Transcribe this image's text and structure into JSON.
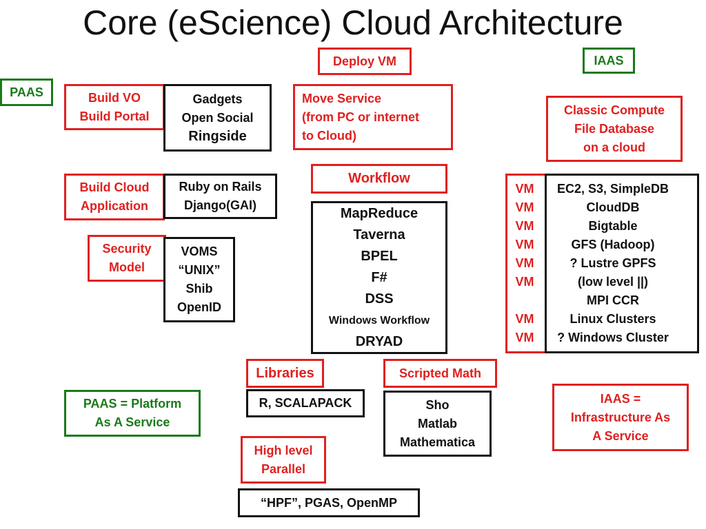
{
  "title": "Core (eScience) Cloud Architecture",
  "deploy_vm": "Deploy VM",
  "iaas_label": "IAAS",
  "paas_label": "PAAS",
  "build_vo": [
    "Build VO",
    "Build Portal"
  ],
  "gadgets": [
    "Gadgets",
    "Open Social",
    "Ringside"
  ],
  "move_service": [
    "Move Service",
    "(from PC or internet",
    "to Cloud)"
  ],
  "classic_compute": [
    "Classic Compute",
    "File Database",
    "on a cloud"
  ],
  "build_cloud": [
    "Build Cloud",
    "Application"
  ],
  "ruby_rails": [
    "Ruby on Rails",
    "Django(GAI)"
  ],
  "workflow_label": "Workflow",
  "workflow_items": [
    "MapReduce",
    "Taverna",
    "BPEL",
    "F#",
    "DSS",
    "Windows  Workflow",
    "DRYAD"
  ],
  "security_model": [
    "Security",
    "Model"
  ],
  "voms": [
    "VOMS",
    "“UNIX”",
    "Shib",
    "OpenID"
  ],
  "vm_rows": [
    {
      "vm": "VM",
      "service": "EC2, S3, SimpleDB"
    },
    {
      "vm": "VM",
      "service": "CloudDB"
    },
    {
      "vm": "VM",
      "service": "Bigtable"
    },
    {
      "vm": "VM",
      "service": "GFS (Hadoop)"
    },
    {
      "vm": "VM",
      "service": "? Lustre GPFS"
    },
    {
      "vm": "VM",
      "service": "(low level ||)"
    },
    {
      "vm": "",
      "service": "MPI CCR"
    },
    {
      "vm": "VM",
      "service": "Linux Clusters"
    },
    {
      "vm": "VM",
      "service": "? Windows Cluster"
    }
  ],
  "libraries": "Libraries",
  "r_scalapack": "R, SCALAPACK",
  "scripted_math": "Scripted Math",
  "sho": [
    "Sho",
    "Matlab",
    "Mathematica"
  ],
  "paas_def": [
    "PAAS = Platform",
    "As A Service"
  ],
  "iaas_def": [
    "IAAS =",
    "Infrastructure As",
    "A Service"
  ],
  "high_level": [
    "High level",
    "Parallel"
  ],
  "hpf": "“HPF”, PGAS, OpenMP",
  "colors": {
    "red": "#e02020",
    "green": "#1a7a1a",
    "black": "#111111"
  }
}
